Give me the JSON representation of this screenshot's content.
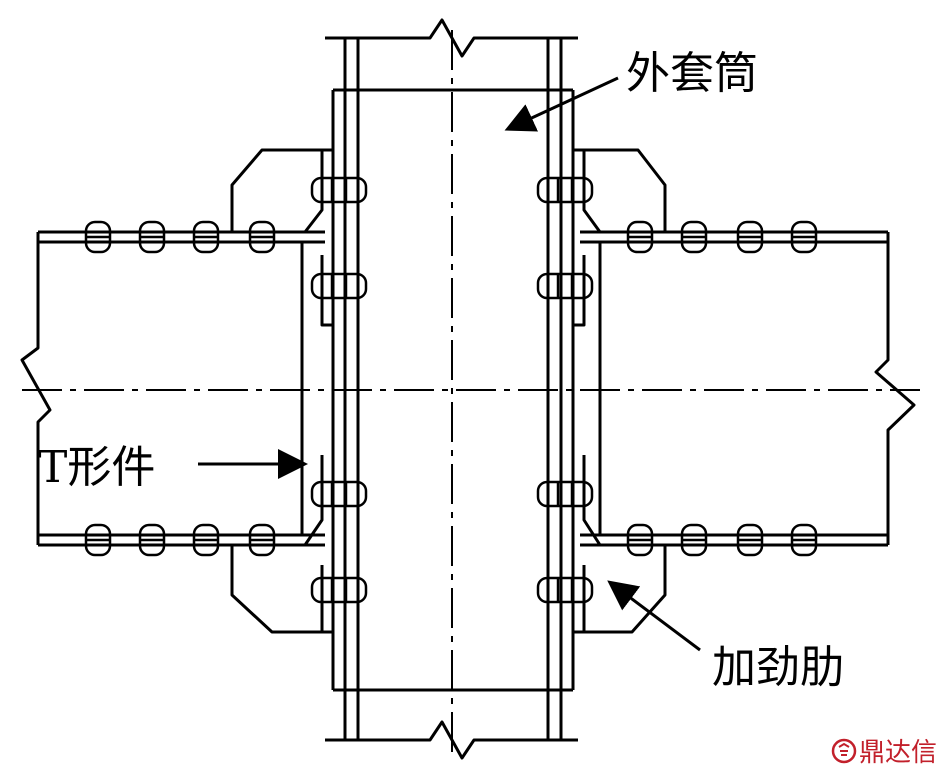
{
  "labels": {
    "outer_sleeve": "外套筒",
    "t_shaped_part": "T形件",
    "stiffener": "加劲肋"
  },
  "watermark": {
    "text": "鼎达信",
    "color": "#c2202b"
  },
  "colors": {
    "line": "#000000",
    "background": "#ffffff"
  }
}
